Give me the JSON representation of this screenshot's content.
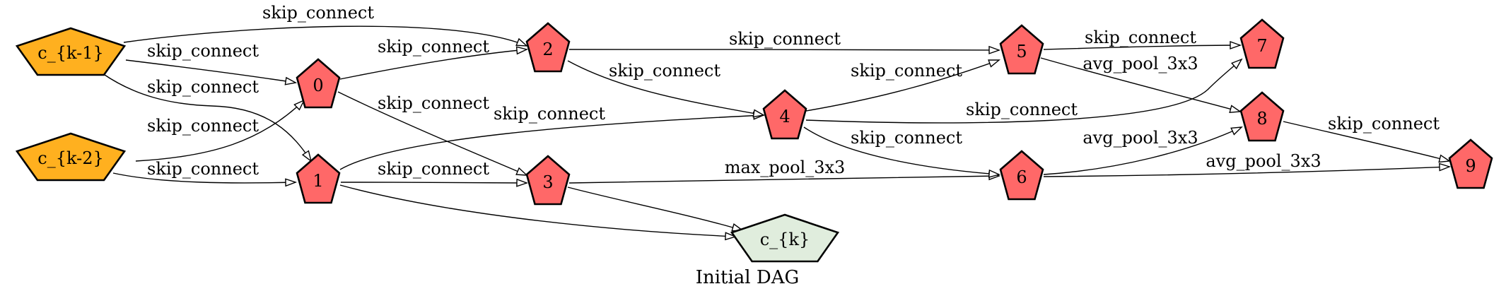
{
  "caption": "Initial DAG",
  "colors": {
    "input_node": "#ffb01f",
    "op_node": "#ff6868",
    "output_node": "#e0eddd",
    "stroke": "#000000"
  },
  "nodes": [
    {
      "id": "ck1",
      "label": "c_{k-1}",
      "kind": "input"
    },
    {
      "id": "ck2",
      "label": "c_{k-2}",
      "kind": "input"
    },
    {
      "id": "n0",
      "label": "0",
      "kind": "op"
    },
    {
      "id": "n1",
      "label": "1",
      "kind": "op"
    },
    {
      "id": "n2",
      "label": "2",
      "kind": "op"
    },
    {
      "id": "n3",
      "label": "3",
      "kind": "op"
    },
    {
      "id": "n4",
      "label": "4",
      "kind": "op"
    },
    {
      "id": "n5",
      "label": "5",
      "kind": "op"
    },
    {
      "id": "n6",
      "label": "6",
      "kind": "op"
    },
    {
      "id": "n7",
      "label": "7",
      "kind": "op"
    },
    {
      "id": "n8",
      "label": "8",
      "kind": "op"
    },
    {
      "id": "n9",
      "label": "9",
      "kind": "op"
    },
    {
      "id": "ck",
      "label": "c_{k}",
      "kind": "output"
    }
  ],
  "edges": [
    {
      "from": "ck1",
      "to": "n2",
      "label": "skip_connect"
    },
    {
      "from": "ck1",
      "to": "n0",
      "label": "skip_connect"
    },
    {
      "from": "ck1",
      "to": "n1",
      "label": "skip_connect"
    },
    {
      "from": "ck2",
      "to": "n0",
      "label": "skip_connect"
    },
    {
      "from": "ck2",
      "to": "n1",
      "label": "skip_connect"
    },
    {
      "from": "n0",
      "to": "n2",
      "label": "skip_connect"
    },
    {
      "from": "n0",
      "to": "n3",
      "label": "skip_connect"
    },
    {
      "from": "n1",
      "to": "n3",
      "label": "skip_connect"
    },
    {
      "from": "n1",
      "to": "n4",
      "label": "skip_connect"
    },
    {
      "from": "n1",
      "to": "ck",
      "label": ""
    },
    {
      "from": "n2",
      "to": "n5",
      "label": "skip_connect"
    },
    {
      "from": "n2",
      "to": "n4",
      "label": "skip_connect"
    },
    {
      "from": "n3",
      "to": "n6",
      "label": "max_pool_3x3"
    },
    {
      "from": "n3",
      "to": "ck",
      "label": ""
    },
    {
      "from": "n4",
      "to": "n5",
      "label": "skip_connect"
    },
    {
      "from": "n4",
      "to": "n7",
      "label": "skip_connect"
    },
    {
      "from": "n4",
      "to": "n6",
      "label": "skip_connect"
    },
    {
      "from": "n5",
      "to": "n7",
      "label": "skip_connect"
    },
    {
      "from": "n5",
      "to": "n8",
      "label": "avg_pool_3x3"
    },
    {
      "from": "n6",
      "to": "n8",
      "label": "avg_pool_3x3"
    },
    {
      "from": "n6",
      "to": "n9",
      "label": "avg_pool_3x3"
    },
    {
      "from": "n8",
      "to": "n9",
      "label": "skip_connect"
    }
  ]
}
